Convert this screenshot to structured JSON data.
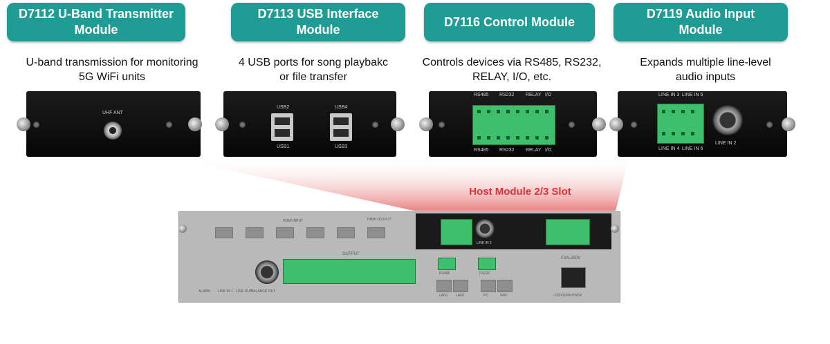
{
  "modules": [
    {
      "title": "D7112 U-Band Transmitter Module",
      "title_lines": [
        "D7112 U-Band Transmitter",
        "Module"
      ],
      "desc_lines": [
        "U-band transmission for monitoring",
        "5G WiFi units"
      ],
      "panel_label": "UHF ANT"
    },
    {
      "title": "D7113 USB Interface Module",
      "title_lines": [
        "D7113 USB Interface",
        "Module"
      ],
      "desc_lines": [
        "4 USB ports for song playbakc",
        "or file transfer"
      ],
      "usb_labels": [
        "USB2",
        "USB4",
        "USB1",
        "USB3"
      ]
    },
    {
      "title": "D7116 Control Module",
      "title_lines": [
        "D7116 Control Module"
      ],
      "desc_lines": [
        "Controls devices via RS485, RS232,",
        "RELAY,  I/O, etc."
      ],
      "top_labels": [
        "RS485",
        "RS232",
        "RELAY",
        "I/O"
      ],
      "bottom_labels": [
        "RS485",
        "RS232",
        "RELAY",
        "I/O"
      ]
    },
    {
      "title": "D7119 Audio Input Module",
      "title_lines": [
        "D7119 Audio Input",
        "Module"
      ],
      "desc_lines": [
        "Expands multiple line-level",
        "audio inputs"
      ],
      "labels": [
        "LINE IN 3",
        "LINE IN 5",
        "LINE IN 4",
        "LINE IN 6",
        "LINE IN 2"
      ]
    }
  ],
  "host": {
    "title": "Host Module 2/3 Slot",
    "labels": [
      "HDMI INPUT",
      "HDMI OUTPUT",
      "OUTPUT",
      "ALARM",
      "LINE IN 1",
      "LINE OUT",
      "BALANCE OUT",
      "RS485",
      "RS232",
      "LAN1",
      "LAN2",
      "PC",
      "WIFI",
      "F3AL250V",
      "~220V/50Hz/350W",
      "LINE IN 2"
    ]
  },
  "colors": {
    "title_bg": "#1f9c93",
    "host_title": "#e0303a",
    "terminal": "#3dbf6c"
  }
}
